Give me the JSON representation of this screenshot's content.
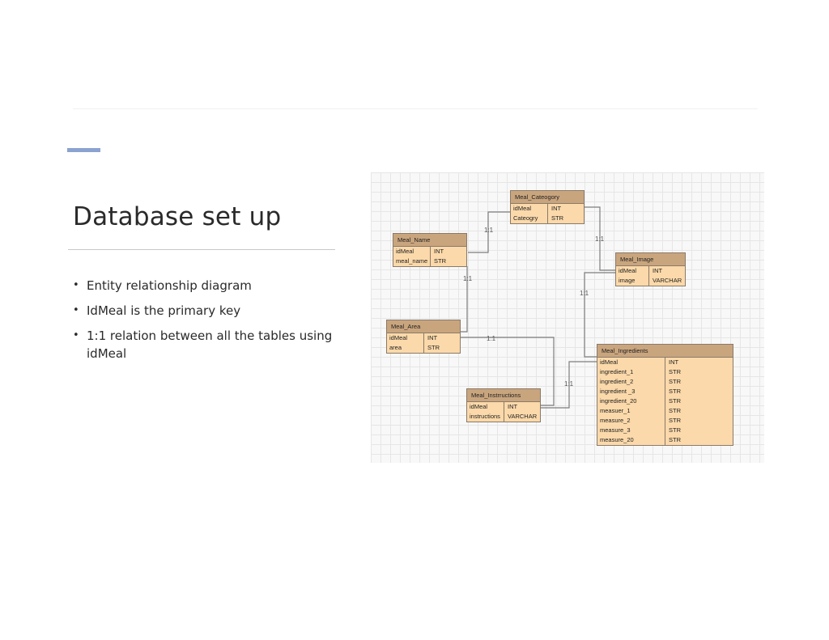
{
  "slide": {
    "title": "Database set up",
    "bullets": [
      "Entity relationship diagram",
      "IdMeal is the primary key",
      "1:1 relation between all the tables using idMeal"
    ]
  },
  "erd": {
    "entities": {
      "meal_cateogory": {
        "name": "Meal_Cateogory",
        "rows": [
          {
            "field": "idMeal",
            "type": "INT"
          },
          {
            "field": "Cateogry",
            "type": "STR"
          }
        ]
      },
      "meal_name": {
        "name": "Meal_Name",
        "rows": [
          {
            "field": "idMeal",
            "type": "INT"
          },
          {
            "field": "meal_name",
            "type": "STR"
          }
        ]
      },
      "meal_image": {
        "name": "Meal_Image",
        "rows": [
          {
            "field": "idMeal",
            "type": "INT"
          },
          {
            "field": "image",
            "type": "VARCHAR"
          }
        ]
      },
      "meal_area": {
        "name": "Meal_Area",
        "rows": [
          {
            "field": "idMeal",
            "type": "INT"
          },
          {
            "field": "area",
            "type": "STR"
          }
        ]
      },
      "meal_instrructions": {
        "name": "Meal_Instrructions",
        "rows": [
          {
            "field": "idMeal",
            "type": "INT"
          },
          {
            "field": "instructions",
            "type": "VARCHAR"
          }
        ]
      },
      "meal_ingredients": {
        "name": "Meal_Ingredients",
        "rows": [
          {
            "field": "idMeal",
            "type": "INT"
          },
          {
            "field": "ingredient_1",
            "type": "STR"
          },
          {
            "field": "ingredient_2",
            "type": "STR"
          },
          {
            "field": "ingredient _3",
            "type": "STR"
          },
          {
            "field": "ingredient_20",
            "type": "STR"
          },
          {
            "field": "measuer_1",
            "type": "STR"
          },
          {
            "field": "measure_2",
            "type": "STR"
          },
          {
            "field": "measure_3",
            "type": "STR"
          },
          {
            "field": "measure_20",
            "type": "STR"
          }
        ]
      }
    },
    "relations": [
      {
        "label": "1:1"
      },
      {
        "label": "1:1"
      },
      {
        "label": "1:1"
      },
      {
        "label": "1:1"
      },
      {
        "label": "1:1"
      },
      {
        "label": "1:1"
      }
    ]
  },
  "colors": {
    "accent_bar": "#8ba3d0",
    "entity_header": "#c9a57e",
    "entity_body": "#fbd9aa"
  }
}
